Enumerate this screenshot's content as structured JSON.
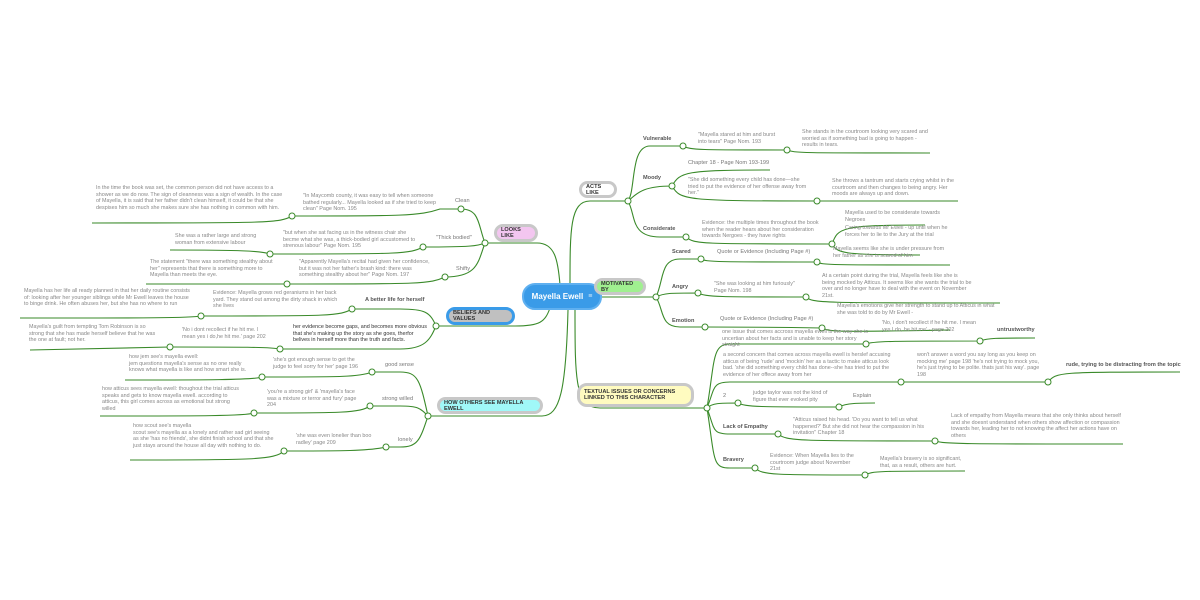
{
  "central": {
    "title": "Mayella Ewell",
    "icon": "note-icon"
  },
  "colors": {
    "line": "#3a8a2a",
    "central": "#3a9be8",
    "looks": "#f3c6f0",
    "beliefs": "#c0c0c0",
    "motivated": "#a0f090",
    "textual": "#fffbc0",
    "others": "#a0f8f8"
  },
  "topics": {
    "acts": "ACTS LIKE",
    "looks": "LOOKS LIKE",
    "beliefs": "BELIEFS AND VALUES",
    "motivated": "MOTIVATED BY",
    "textual": "TEXTUAL ISSUES OR CONCERNS LINKED TO THIS CHARACTER",
    "others": "HOW OTHERS SEE MAYELLA EWELL"
  },
  "looks": {
    "clean": {
      "label": "Clean",
      "quote": "\"In Maycomb county, it was easy to tell when someone bathed regularly... Mayella looked as if she tried to keep clean\" Page Nom. 195",
      "note": "In the time the book was set, the common person did not have access to a shower as we do now. The sign of cleanness was a sign of wealth. In the case of Mayella, it is said that her father didn't clean himself, it could be that she despises him so much she makes sure she has nothing in common with him."
    },
    "thick": {
      "label": "\"Thick bodied\"",
      "quote": "\"but when she sat facing us in the witness chair she becme what she was, a thick-bodied girl accustomed to strenous labour\" Page Nom. 195",
      "note": "She was a rather large and strong woman from extensive labour"
    },
    "shifty": {
      "label": "Shifty",
      "quote": "\"Apparently Mayella's recital had given her confidence, but it was not her father's brash kind: there was something stealthy about her\" Page Nom. 197",
      "note": "The statement \"there was something stealthy about her\" represents that there is something more to Mayella than meets the eye."
    }
  },
  "beliefs": {
    "better": {
      "label": "A better life for herself",
      "evidence": "Evidence: Mayella grows red geraniums in her back yard. They stand out among the dirty shack in which she lives",
      "note": "Mayella has her life all ready planned in that her daily routine consists of: looking after her younger siblings while Mr Ewell leaves the house to binge drink. He often abuses her, but she has no where to run"
    },
    "evidence": {
      "label": "her evidence become gaps, and becomes more obvious that she's making up the story as she goes, therfor belives in herself more than the truth and facts.",
      "quote": "'No i dont recollect if he hit me. I mean yes i do,he hit me.' page 202",
      "note": "Mayella's guilt from tempting Tom Robinson is so strong that she has made herself believe that he was the one at fault; not her."
    }
  },
  "others": {
    "good": {
      "label": "good sense",
      "quote": "'she's got enough sense to get the judge to feel sorry for her' page 196",
      "note": "how jem see's mayella ewell:\njem questions mayella's sense as no one really knows what mayella is like and how smart she is."
    },
    "strong": {
      "label": "strong willed",
      "quote": "'you're a strong girl' &  'mayella's face was a mixture or terror and fury' page 204",
      "note": "how atticus sees mayella ewell: thoughout the trial atticus speaks and gets to know mayella ewell. according to atticus, this girl comes across as emotional but strong willed"
    },
    "lonely": {
      "label": "lonely",
      "quote": "'she was even lonelier than boo radley' page 209",
      "note": "how scout see's mayella\nscout see's mayella as a lonely and rather sad girl seeing as she 'has no friends', she didnt finish school and that she just stays around the house all day with nothing to do."
    }
  },
  "acts": {
    "vulnerable": {
      "label": "Vulnerable",
      "quote": "\"Mayella stared at him and burst into tears\" Page Nom. 193",
      "note": "She stands in the courtroom looking very scared and worried as if something bad is going to happen - results in tears."
    },
    "moody": {
      "label": "Moody",
      "chapter": "Chapter 18 - Page Nom 193-199",
      "quote": "\"She did something every child has done—she tried to put the evidence of her offense away from her.\"",
      "note": "She throws a tantrum and starts crying whilst in the courtroom and then changes to being angry. Her moods are always up and down."
    },
    "considerate": {
      "label": "Considerate",
      "evidence": "Evidence: the multiple times throughout the book when the reader hears about her consideration towards Nergoes - they have rights",
      "note1": "Mayella used to be considerate towards Negroes",
      "note2": "Caring towards Mr Ewell - up until when he forces her to lie to the Jury at the trial"
    }
  },
  "motivated": {
    "scared": {
      "label": "Scared",
      "quote": "Quote or Evidence (Including Page #)",
      "note": "Mayella seems like she is under pressure from her father as she is scared of him"
    },
    "angry": {
      "label": "Angry",
      "quote": "\"She was looking at him furiously\" Page Nom. 198",
      "note": "At a certain point during the trial, Mayella feels like she is being mocked  by Atticus. It seems like she wants the trial to be over and no longer have to deal with the event on November 21st."
    },
    "emotion": {
      "label": "Emotion",
      "quote": "Quote or Evidence (Including Page #)",
      "note": "Mayella's emotions give her strength to stand up to Atticus in what she was told to do by Mr Ewell -"
    }
  },
  "textual": {
    "issue1": {
      "text": "one issue that comes accross mayella ewell  is the way she is uncertian about her facts and is unable to keep her story straight",
      "quote": "'No, i don't recollect if he hit me. I mean yes I do, he hit me' - page 202",
      "label": "untrustworthy"
    },
    "issue2": {
      "text": "a second concern that comes across mayella ewell is herslef accusing atticus of being 'rude' and 'mockin' her as a tactic to make atticus look bad. 'she did something every child has done--she has tried to put the evidence of her offece away from her",
      "quote": "won't answer a word you say long as you keep on mocking me' page 198 'he's not trying to mock you, he's just trying to be polite. thats just his way'. page 198",
      "label": "rude, trying to be distracting from the topic"
    },
    "two": {
      "label": "2",
      "text": "judge taylor was not the kind of figure that ever evoked pity",
      "explain": "Explain"
    },
    "empathy": {
      "label": "Lack of Empathy",
      "quote": "\"Atticus raised his head. 'Do you want to tell us what happened?' But she did not hear the compassion in his invitation\" Chapter 18",
      "note": "Lack of empathy from Mayella means that she only thinks about herself and she doesnt understand when others show affection or compassion towards her, leading her to not knowing the affect her actions have on others"
    },
    "bravery": {
      "label": "Bravery",
      "evidence": "Evidence: When Mayella lies to the courtroom judge about November 21st",
      "note": "Mayella's bravery is so significant, that, as a result, others are hurt."
    }
  }
}
